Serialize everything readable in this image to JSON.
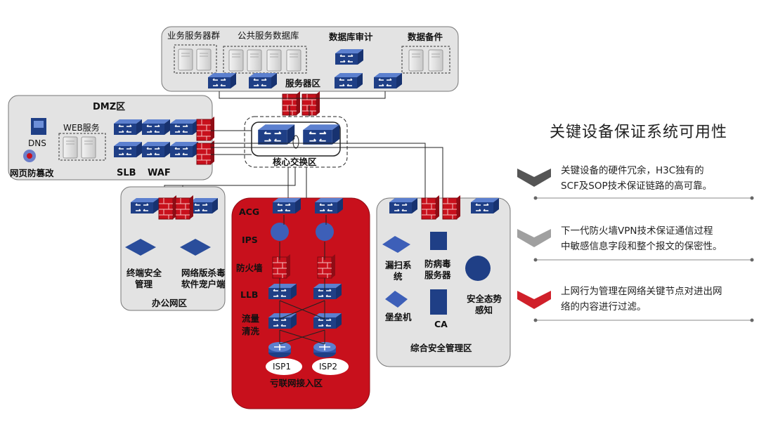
{
  "zones": {
    "server": {
      "label": "服务器区",
      "groups": [
        "业务服务器群",
        "公共服务数据库",
        "数据库审计",
        "数据备件"
      ]
    },
    "dmz": {
      "label": "DMZ区",
      "dns": "DNS",
      "web": "WEB服务",
      "tamper": "网页防篡改",
      "slb": "SLB",
      "waf": "WAF"
    },
    "core": {
      "label": "核心交换区"
    },
    "office": {
      "label": "办公网区",
      "terminal_a": "终端安全",
      "terminal_b": "管理",
      "av_a": "网络版杀毒",
      "av_b": "软件宠户端"
    },
    "internet": {
      "label": "亏联网接入区",
      "acg": "ACG",
      "ips": "IPS",
      "fw": "防火墙",
      "llb": "LLB",
      "flow_a": "流量",
      "flow_b": "清洗",
      "isp1": "ISP1",
      "isp2": "ISP2"
    },
    "secmgmt": {
      "label": "综合安全管理区",
      "scan_a": "漏扫系",
      "scan_b": "统",
      "av_a": "防病毒",
      "av_b": "服务器",
      "bastion": "堡垒机",
      "ca": "CA",
      "sit_a": "安全态势",
      "sit_b": "感知"
    }
  },
  "side": {
    "title": "关键设备保证系统可用性",
    "points": [
      {
        "line1": "关键设备的硬件冗余，H3C独有的",
        "line2": "SCF及SOP技术保证链路的高可靠。",
        "color": "#555555"
      },
      {
        "line1": "下一代防火墙VPN技术保证通信过程",
        "line2": "中敏感信息字段和整个报文的保密性。",
        "color": "#a0a0a0"
      },
      {
        "line1": "上网行为管理在网络关键节点对进出网",
        "line2": "络的内容进行过滤。",
        "color": "#d0202a"
      }
    ]
  },
  "colors": {
    "zone_fill": "#e3e3e3",
    "red_zone": "#c8101c",
    "switch": "#2a4d9b"
  }
}
